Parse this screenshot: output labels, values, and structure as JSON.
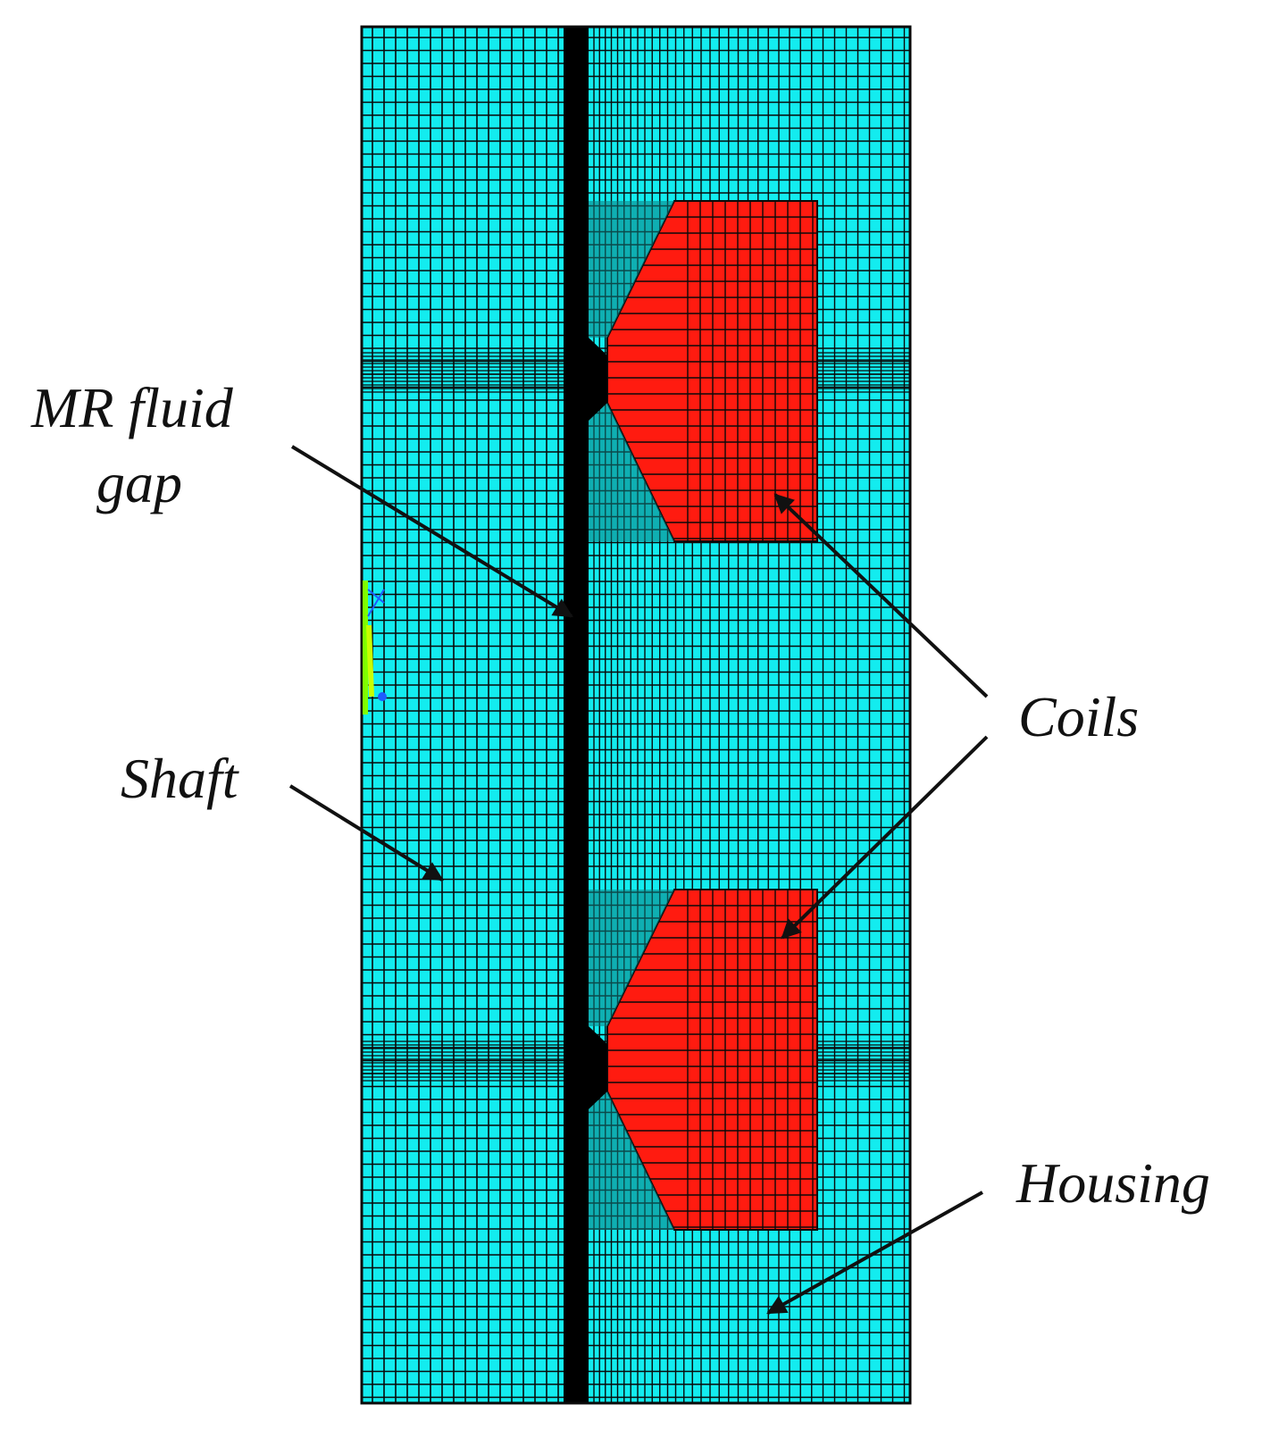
{
  "labels": {
    "mr_fluid_line1": "MR fluid",
    "mr_fluid_line2": "gap",
    "shaft": "Shaft",
    "coils": "Coils",
    "housing": "Housing"
  },
  "colors": {
    "mesh_fill": "#13ecef",
    "mesh_line": "#0a0a0a",
    "coil_fill": "#ff1b10",
    "gap_fill": "#000000",
    "arrow": "#111111"
  }
}
